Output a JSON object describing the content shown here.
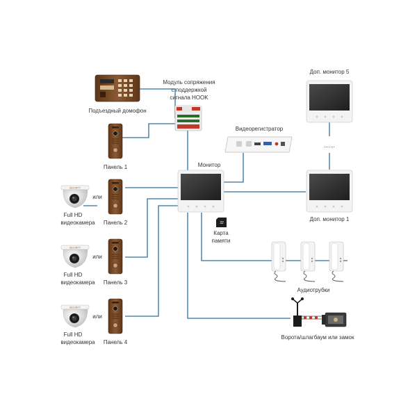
{
  "labels": {
    "entry_intercom": "Подъездный домофон",
    "module_line1": "Модуль сопряжения",
    "module_line2": "с поддержкой",
    "module_line3": "сигнала HOOK",
    "nvr": "Видеорегистратор",
    "monitor": "Монитор",
    "ext_monitor_5": "Доп. монитор 5",
    "ext_monitor_1": "Доп. монитор 1",
    "ellipsis": ".......",
    "panel_1": "Панель 1",
    "panel_2": "Панель 2",
    "panel_3": "Панель 3",
    "panel_4": "Панель 4",
    "or": "или",
    "camera_line1": "Full HD",
    "camera_line2": "видеокамера",
    "memory_card_line1": "Карта",
    "memory_card_line2": "памяти",
    "memory_card_size": "32",
    "handsets": "Аудиотрубки",
    "gate_lock": "Ворота/шлагбаум или замок"
  },
  "colors": {
    "wire": "#2f6f9f",
    "panel_bronze": "#7a4a26",
    "intercom_bronze": "#8a5a32",
    "monitor_screen": "#3a3a3a",
    "device_white": "#f2f2f2"
  },
  "icons": {
    "intercom": "entry-intercom-icon",
    "module": "interface-module-icon",
    "nvr": "nvr-icon",
    "monitor": "monitor-icon",
    "panel": "call-panel-icon",
    "camera": "dome-camera-icon",
    "sd": "sd-card-icon",
    "handset": "audio-handset-icon",
    "barrier": "barrier-icon",
    "lock": "lock-icon"
  }
}
